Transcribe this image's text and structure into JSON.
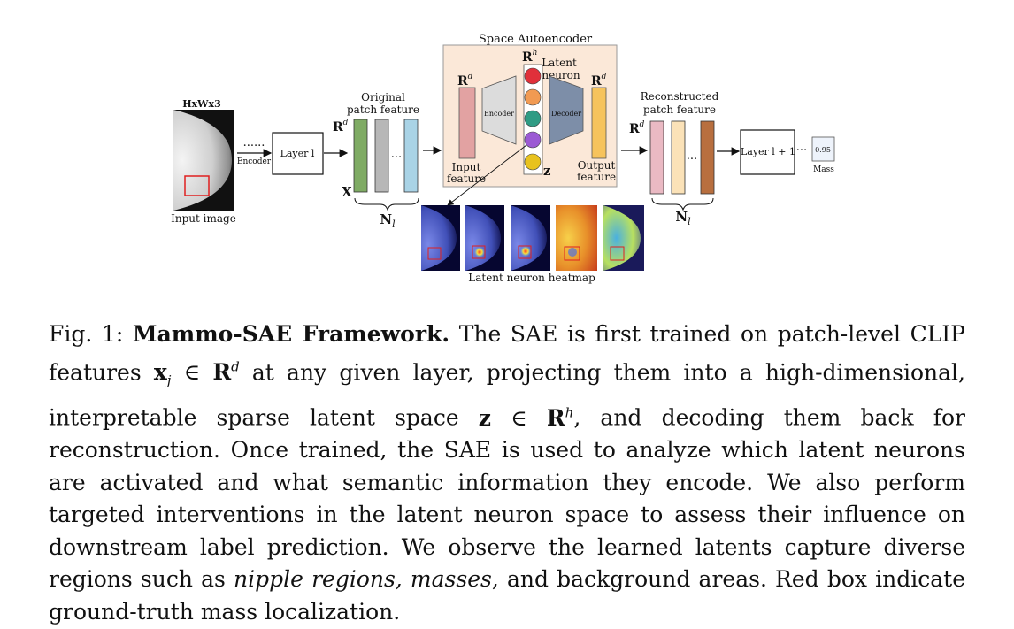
{
  "figure": {
    "input_dims": "HxWx3",
    "input_label": "Input image",
    "dots": "......",
    "encoder_small": "Encoder",
    "layer_l": "Layer l",
    "rd": "R",
    "rd_sup": "d",
    "original_label_1": "Original",
    "original_label_2": "patch feature",
    "ellipsis": "...",
    "x_label": "X",
    "n_label": "N",
    "n_sub": "l",
    "sae_title": "Space Autoencoder",
    "rh_sup": "h",
    "latent_1": "Latent",
    "latent_2": "neuron",
    "encoder_label": "Encoder",
    "decoder_label": "Decoder",
    "input_feature_1": "Input",
    "input_feature_2": "feature",
    "output_feature_1": "Output",
    "output_feature_2": "feature",
    "z_label": "z",
    "reconstructed_1": "Reconstructed",
    "reconstructed_2": "patch feature",
    "layer_l1": "Layer l + 1",
    "dots2": "...",
    "score": "0.95",
    "mass_label": "Mass",
    "heatmap_label": "Latent neuron heatmap"
  },
  "colors": {
    "orig_bars": [
      "#7fab64",
      "#b7b7b7",
      "#a9d3e6"
    ],
    "recon_bars": [
      "#eab9c3",
      "#fbe2b8",
      "#b86f3f"
    ],
    "neurons": [
      "#e0303a",
      "#f19a52",
      "#2f9b84",
      "#9b5ad4",
      "#e8c21e"
    ],
    "sae_bg": "#fbe8d8",
    "input_bar": "#e2a2a2",
    "output_bar": "#f6c35c",
    "encoder_trap": "#dcdcdc",
    "decoder_trap": "#7d8ea8"
  },
  "caption": {
    "fig_label": "Fig. 1:",
    "title": "Mammo-SAE Framework.",
    "s1": "The SAE is first trained on patch-level CLIP features",
    "math_x": "x",
    "math_x_sub": "j",
    "in_sym": "∈",
    "math_R": "R",
    "math_d": "d",
    "s2": "at any given layer, projecting them into a high-dimensional, interpretable sparse latent space",
    "math_z": "z",
    "math_h": "h",
    "s3": ", and decoding them back for reconstruction. Once trained, the SAE is used to analyze which latent neurons are activated and what semantic information they encode. We also perform targeted interventions in the latent neuron space to assess their influence on downstream label prediction. We observe the learned latents capture diverse regions such as",
    "it1": "nipple regions, masses",
    "s4": ", and background areas. Red box indicate ground-truth mass localization."
  }
}
